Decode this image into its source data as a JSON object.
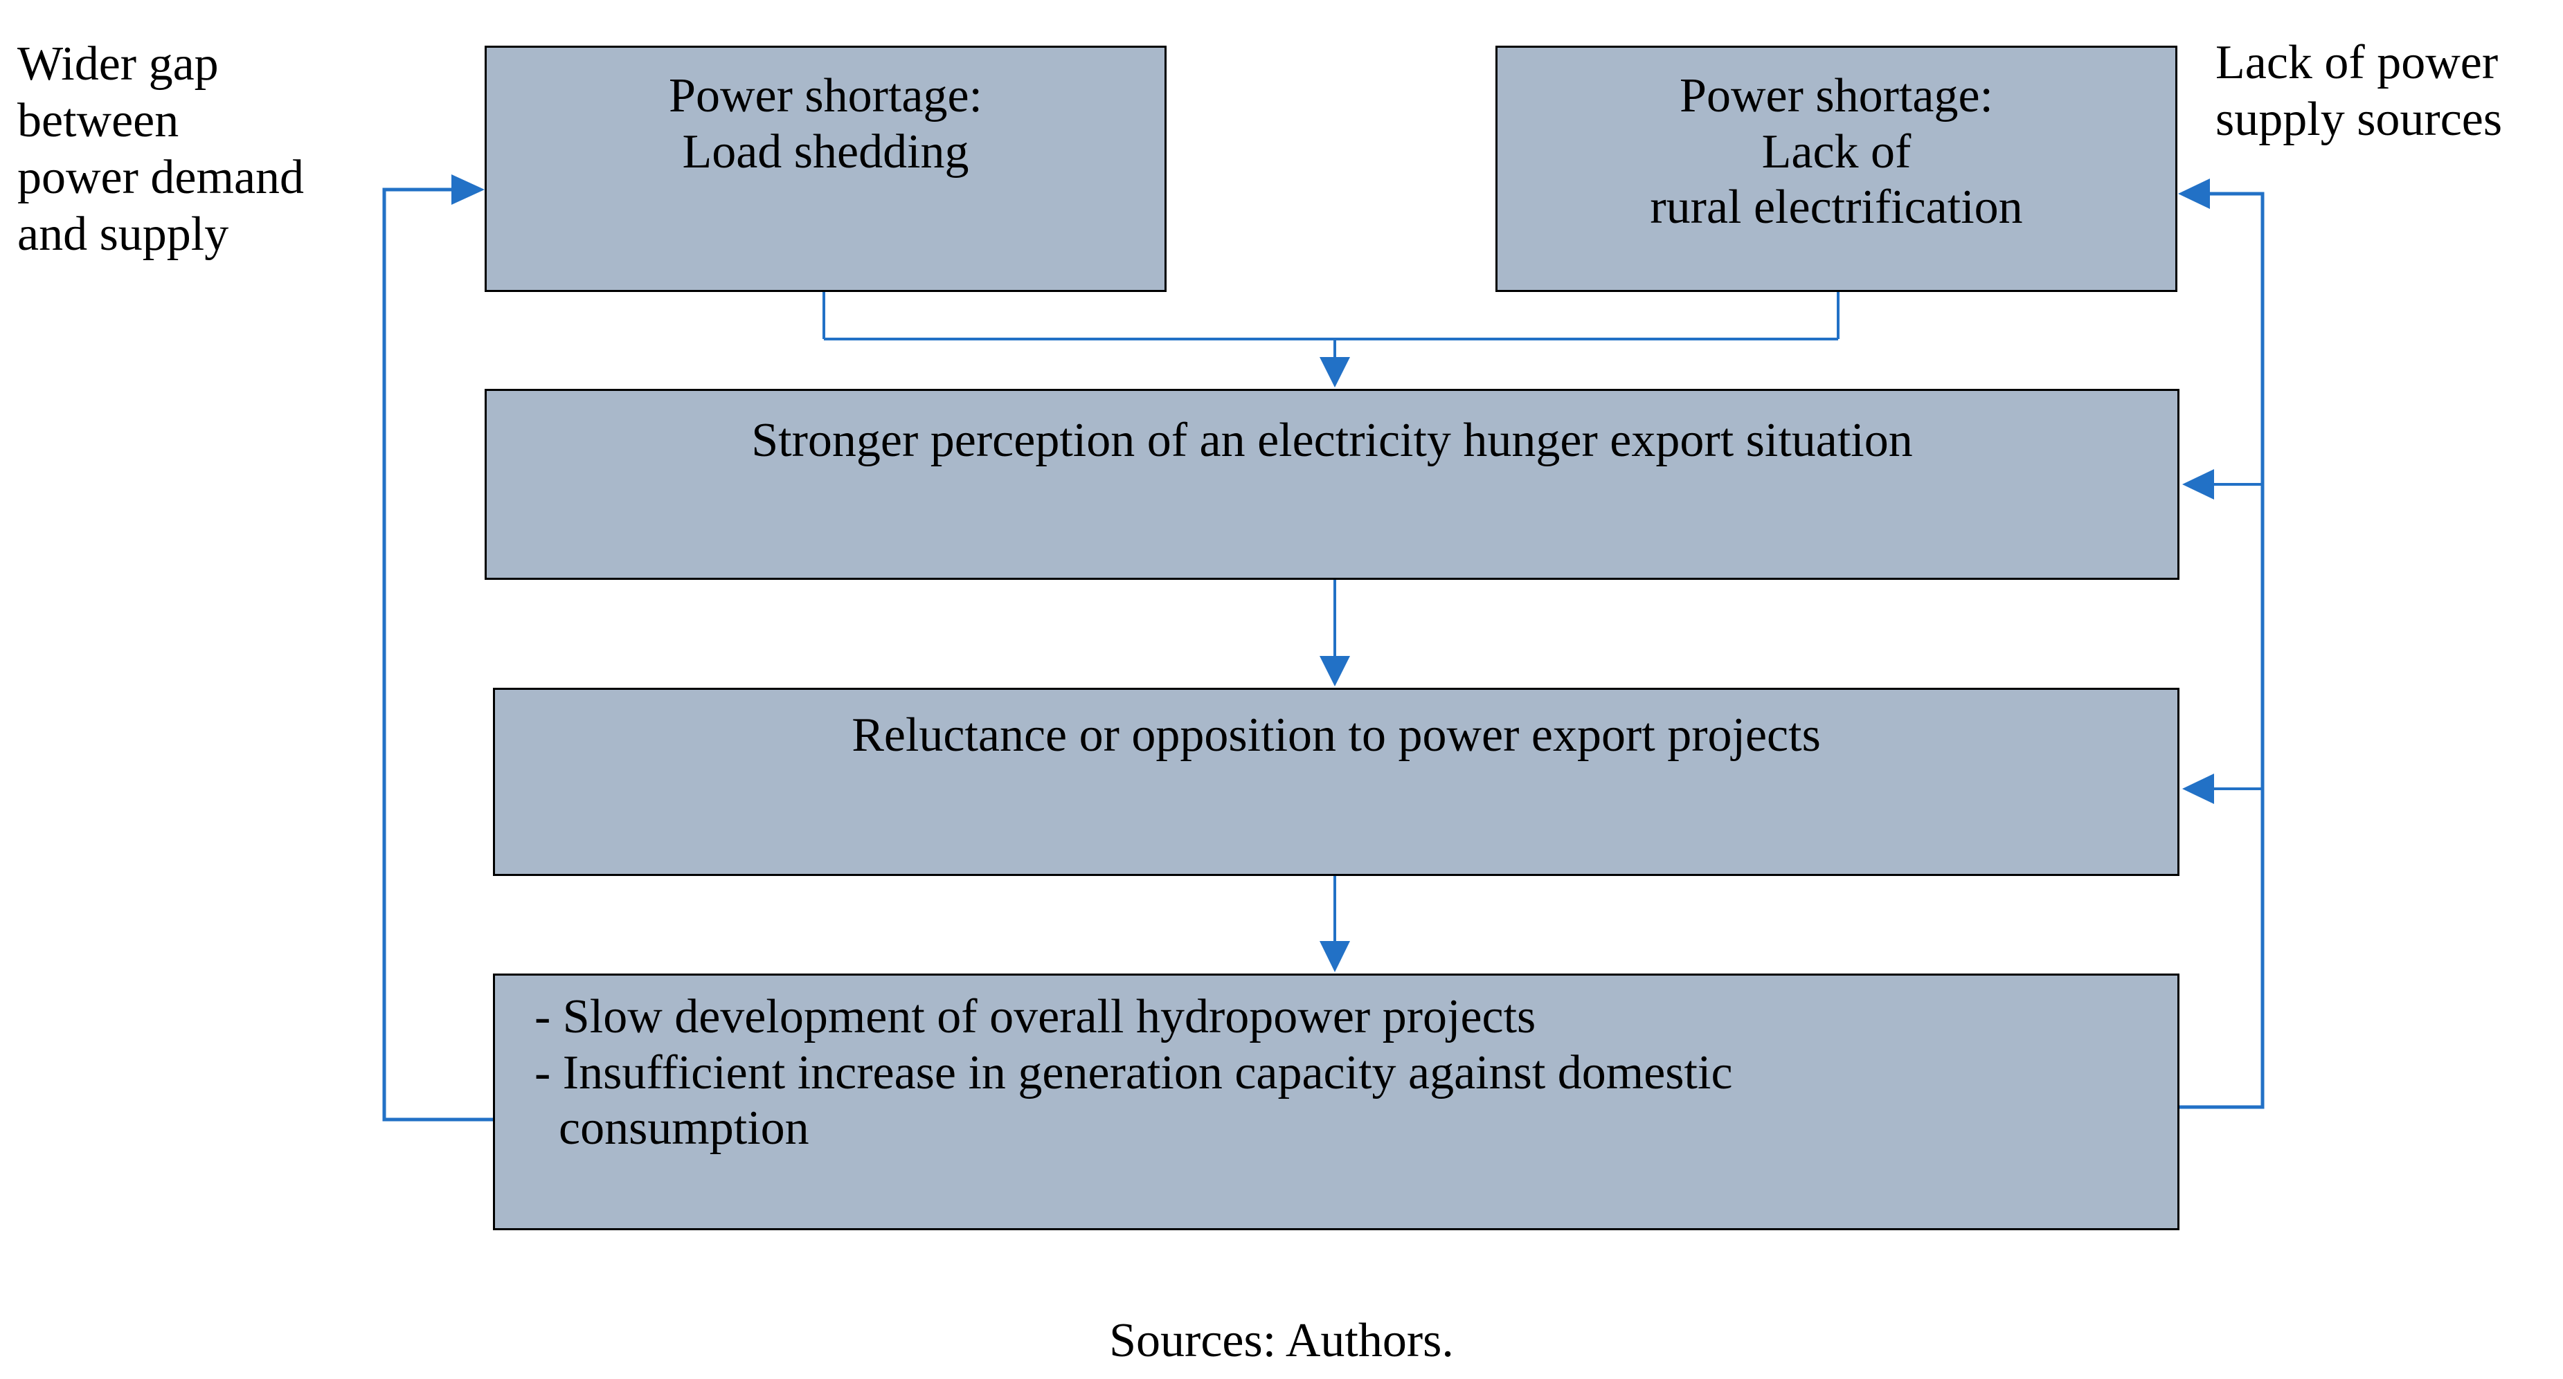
{
  "colors": {
    "box_fill": "#a9b8ca",
    "box_border": "#000000",
    "connector_blue": "#2271c6",
    "text": "#000000",
    "background": "#ffffff"
  },
  "labels": {
    "left_note": "Wider gap\nbetween\npower demand\nand supply",
    "right_note": "Lack of power\nsupply sources",
    "source_note": "Sources: Authors."
  },
  "boxes": {
    "load_shedding": "Power shortage:\nLoad shedding",
    "rural_electrification": "Power shortage:\nLack of\nrural electrification",
    "perception": "Stronger perception of an electricity hunger export situation",
    "reluctance": "Reluctance or opposition to power export projects",
    "consequences": "- Slow development of overall hydropower projects\n- Insufficient increase in generation capacity against domestic\n  consumption"
  }
}
